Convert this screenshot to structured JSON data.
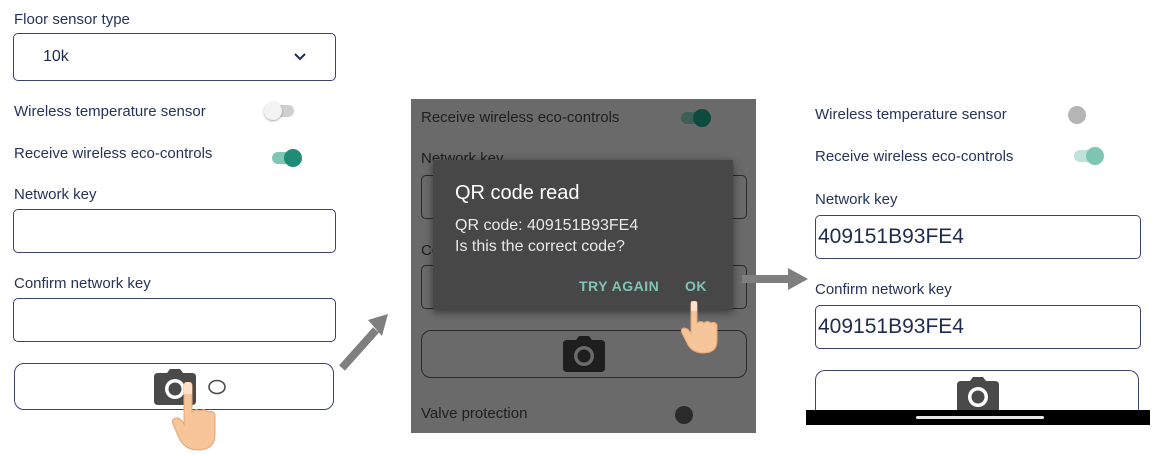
{
  "panel1": {
    "floor_sensor_label": "Floor sensor type",
    "floor_sensor_value": "10k",
    "wireless_temp_label": "Wireless temperature sensor",
    "eco_controls_label": "Receive wireless eco-controls",
    "network_key_label": "Network key",
    "network_key_value": "",
    "confirm_key_label": "Confirm network key",
    "confirm_key_value": ""
  },
  "panel2": {
    "eco_controls_label": "Receive wireless eco-controls",
    "network_key_label": "Network key",
    "confirm_partial": "Co",
    "valve_label": "Valve protection",
    "dialog": {
      "title": "QR code read",
      "code_line": "QR code: 409151B93FE4",
      "question": "Is this the correct code?",
      "try_again": "TRY AGAIN",
      "ok": "OK"
    }
  },
  "panel3": {
    "wireless_temp_label": "Wireless temperature sensor",
    "eco_controls_label": "Receive wireless eco-controls",
    "network_key_label": "Network key",
    "network_key_value": "409151B93FE4",
    "confirm_key_label": "Confirm network key",
    "confirm_key_value": "409151B93FE4"
  },
  "colors": {
    "accent": "#1e8c77",
    "accent_light": "#7fc5b4",
    "text": "#26335a"
  }
}
